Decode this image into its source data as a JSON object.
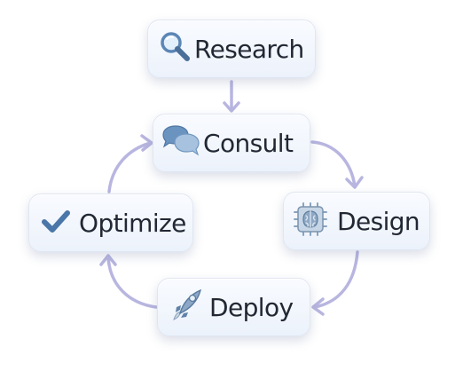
{
  "diagram": {
    "type": "process-cycle",
    "nodes": [
      {
        "id": "research",
        "label": "Research",
        "icon": "magnifier-icon"
      },
      {
        "id": "consult",
        "label": "Consult",
        "icon": "speech-bubbles-icon"
      },
      {
        "id": "design",
        "label": "Design",
        "icon": "brain-chip-icon"
      },
      {
        "id": "deploy",
        "label": "Deploy",
        "icon": "rocket-icon"
      },
      {
        "id": "optimize",
        "label": "Optimize",
        "icon": "checkmark-icon"
      }
    ],
    "edges": [
      {
        "from": "research",
        "to": "consult"
      },
      {
        "from": "consult",
        "to": "design"
      },
      {
        "from": "design",
        "to": "deploy"
      },
      {
        "from": "deploy",
        "to": "optimize"
      },
      {
        "from": "optimize",
        "to": "consult"
      }
    ],
    "colors": {
      "arrow": "#b8b6e0",
      "node_fill": "#f1f5fc",
      "node_border": "#e0e6f1",
      "text": "#222833",
      "icon_blue": "#5b86b5"
    }
  }
}
